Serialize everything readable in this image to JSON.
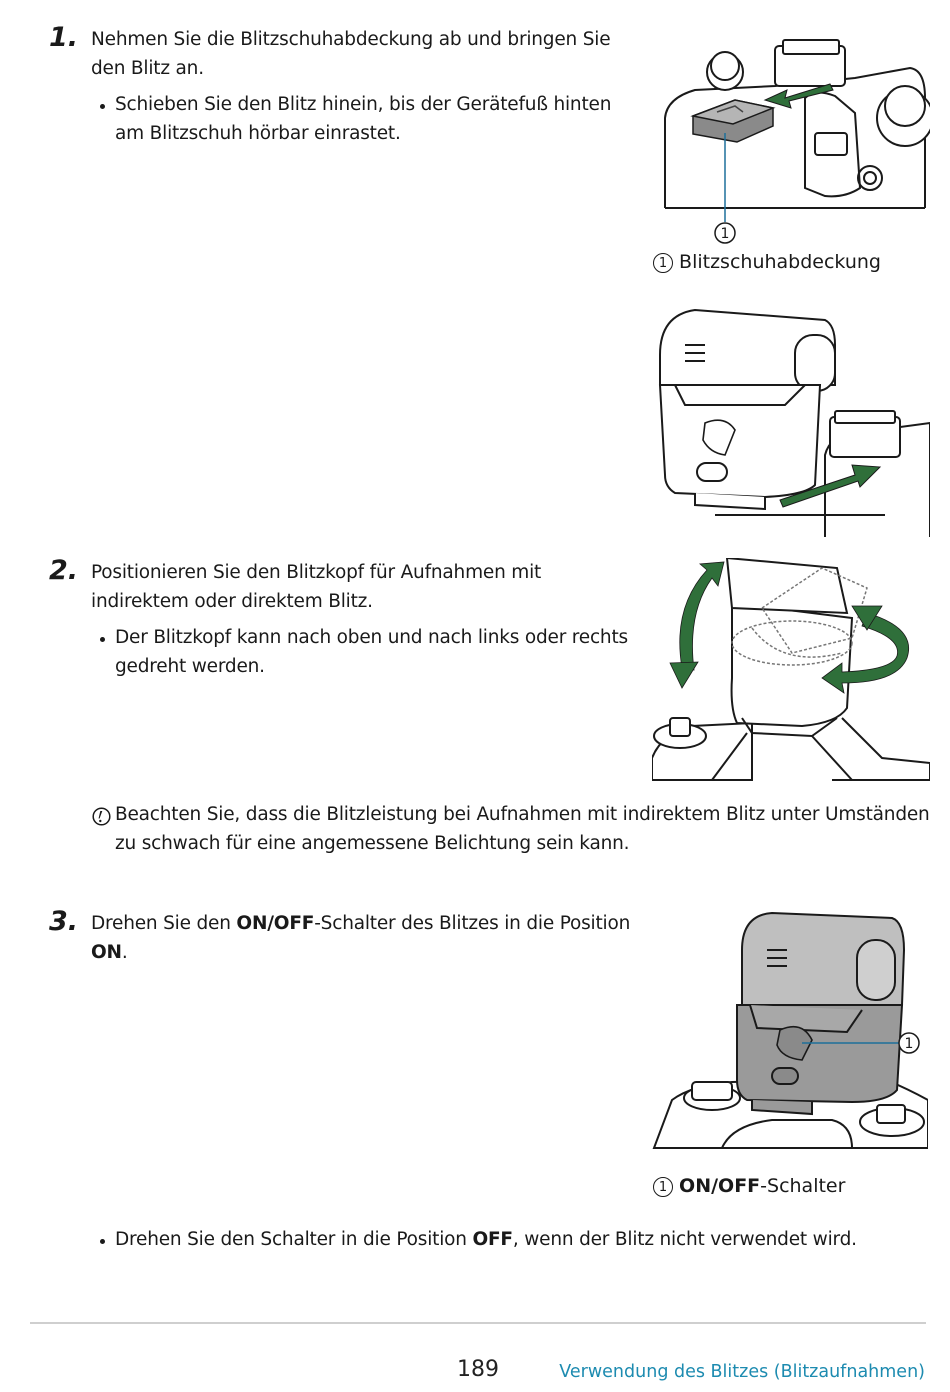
{
  "steps": [
    {
      "number": "1.",
      "text": "Nehmen Sie die Blitzschuhabdeckung ab und bringen Sie den Blitz an.",
      "bullet": "Schieben Sie den Blitz hinein, bis der Gerätefuß hinten am Blitzschuh hörbar einrastet.",
      "caption_num": "1",
      "caption": "Blitzschuhabdeckung",
      "callout_num": "1"
    },
    {
      "number": "2.",
      "text": "Positionieren Sie den Blitzkopf für Aufnahmen mit indirektem oder direktem Blitz.",
      "bullet": "Der Blitzkopf kann nach oben und nach links oder rechts gedreht werden."
    },
    {
      "number": "3.",
      "text_before": "Drehen Sie den ",
      "text_bold": "ON/OFF",
      "text_after": "-Schalter des Blitzes in die Position",
      "text_bold2": "ON",
      "text_end": ".",
      "caption_num": "1",
      "caption_bold": "ON/OFF",
      "caption_rest": "-Schalter",
      "callout_num": "1",
      "bullet_before": "Drehen Sie den Schalter in die Position ",
      "bullet_bold": "OFF",
      "bullet_after": ", wenn der Blitz nicht verwendet wird."
    }
  ],
  "note": {
    "icon": "caution-icon",
    "text": "Beachten Sie, dass die Blitzleistung bei Aufnahmen mit indirektem Blitz unter Umständen zu schwach für eine angemessene Belichtung sein kann."
  },
  "footer": {
    "page_number": "189",
    "section_link": "Verwendung des Blitzes (Blitzaufnahmen)"
  },
  "colors": {
    "accent_green": "#2f6f3a",
    "link_blue": "#1d8bb0"
  }
}
